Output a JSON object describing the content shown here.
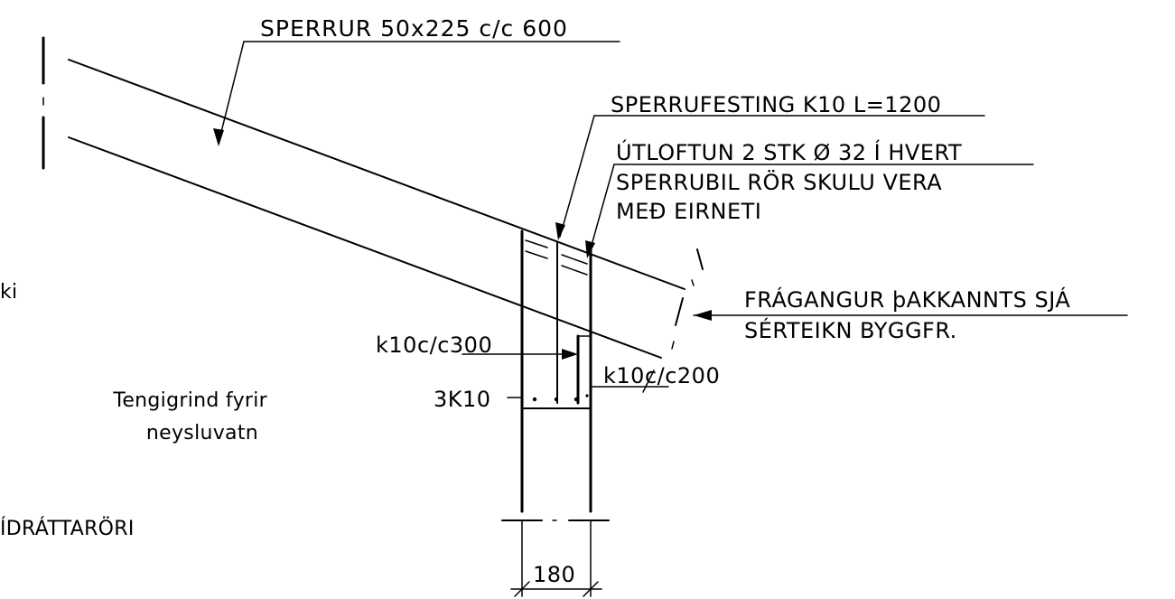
{
  "labels": {
    "rafters": "SPERRUR 50x225 c/c 600",
    "rafter_fastening": "SPERRUFESTING K10 L=1200",
    "ventilation_line1": "ÚTLOFTUN 2 STK Ø 32 Í HVERT",
    "ventilation_line2": "SPERRUBIL RÖR SKULU VERA",
    "ventilation_line3": "MEÐ EIRNETI",
    "eaves_line1": "FRÁGANGUR þAKKANNTS SJÁ",
    "eaves_line2": "SÉRTEIKN BYGGFR.",
    "rebar_k10_300": "k10c/c300",
    "rebar_k10_200": "k10c/c200",
    "rebar_3k10": "3K10",
    "connection_line1": "Tengigrind fyrir",
    "connection_line2": "neysluvatn",
    "left_fragment": "ki",
    "bottom_left_fragment": "ÍDRÁTTARÖRI",
    "dimension_width": "180"
  },
  "colors": {
    "ink": "#000000",
    "paper": "#ffffff"
  }
}
